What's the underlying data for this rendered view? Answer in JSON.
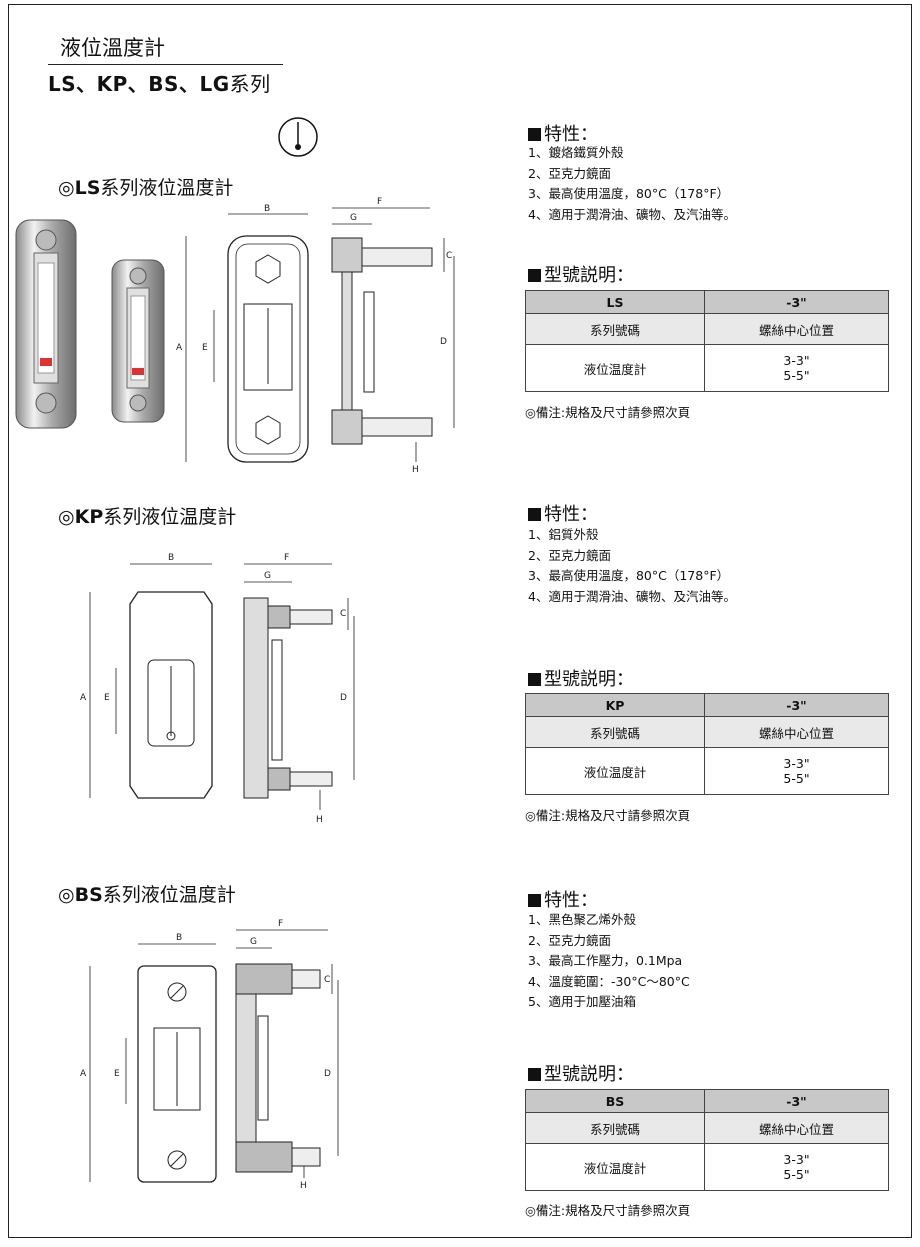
{
  "header": {
    "title": "液位溫度計",
    "subtitle_bold": "LS、KP、BS、LG",
    "subtitle_suffix": "系列"
  },
  "sections": [
    {
      "series": "LS",
      "heading_prefix": "◎",
      "heading_suffix": "系列液位溫度計",
      "features_title": "特性：",
      "features": [
        "1、鍍烙鐵質外殼",
        "2、亞克力鏡面",
        "3、最高使用溫度，80°C（178°F）",
        "4、適用于潤滑油、礦物、及汽油等。"
      ],
      "model_title": "型號説明：",
      "table": {
        "header": [
          "LS",
          "-3\""
        ],
        "row1": [
          "系列號碼",
          "螺絲中心位置"
        ],
        "row2_label": "液位温度計",
        "row2_values": [
          "3-3\"",
          "5-5\""
        ]
      },
      "note": "◎備注:規格及尺寸請參照次頁"
    },
    {
      "series": "KP",
      "heading_prefix": "◎",
      "heading_suffix": "系列液位温度計",
      "features_title": "特性：",
      "features": [
        "1、鋁質外殼",
        "2、亞克力鏡面",
        "3、最高使用溫度，80°C（178°F）",
        "4、適用于潤滑油、礦物、及汽油等。"
      ],
      "model_title": "型號説明：",
      "table": {
        "header": [
          "KP",
          "-3\""
        ],
        "row1": [
          "系列號碼",
          "螺絲中心位置"
        ],
        "row2_label": "液位温度計",
        "row2_values": [
          "3-3\"",
          "5-5\""
        ]
      },
      "note": "◎備注:規格及尺寸請參照次頁"
    },
    {
      "series": "BS",
      "heading_prefix": "◎",
      "heading_suffix": "系列液位温度計",
      "features_title": "特性：",
      "features": [
        "1、黑色聚乙烯外殼",
        "2、亞克力鏡面",
        "3、最高工作壓力，0.1Mpa",
        "4、溫度範圍：-30°C～80°C",
        "5、適用于加壓油箱"
      ],
      "model_title": "型號説明：",
      "table": {
        "header": [
          "BS",
          "-3\""
        ],
        "row1": [
          "系列號碼",
          "螺絲中心位置"
        ],
        "row2_label": "液位温度計",
        "row2_values": [
          "3-3\"",
          "5-5\""
        ]
      },
      "note": "◎備注:規格及尺寸請參照次頁"
    }
  ],
  "dimension_labels": {
    "A": "A",
    "B": "B",
    "C": "C",
    "D": "D",
    "E": "E",
    "F": "F",
    "G": "G",
    "H": "H"
  }
}
